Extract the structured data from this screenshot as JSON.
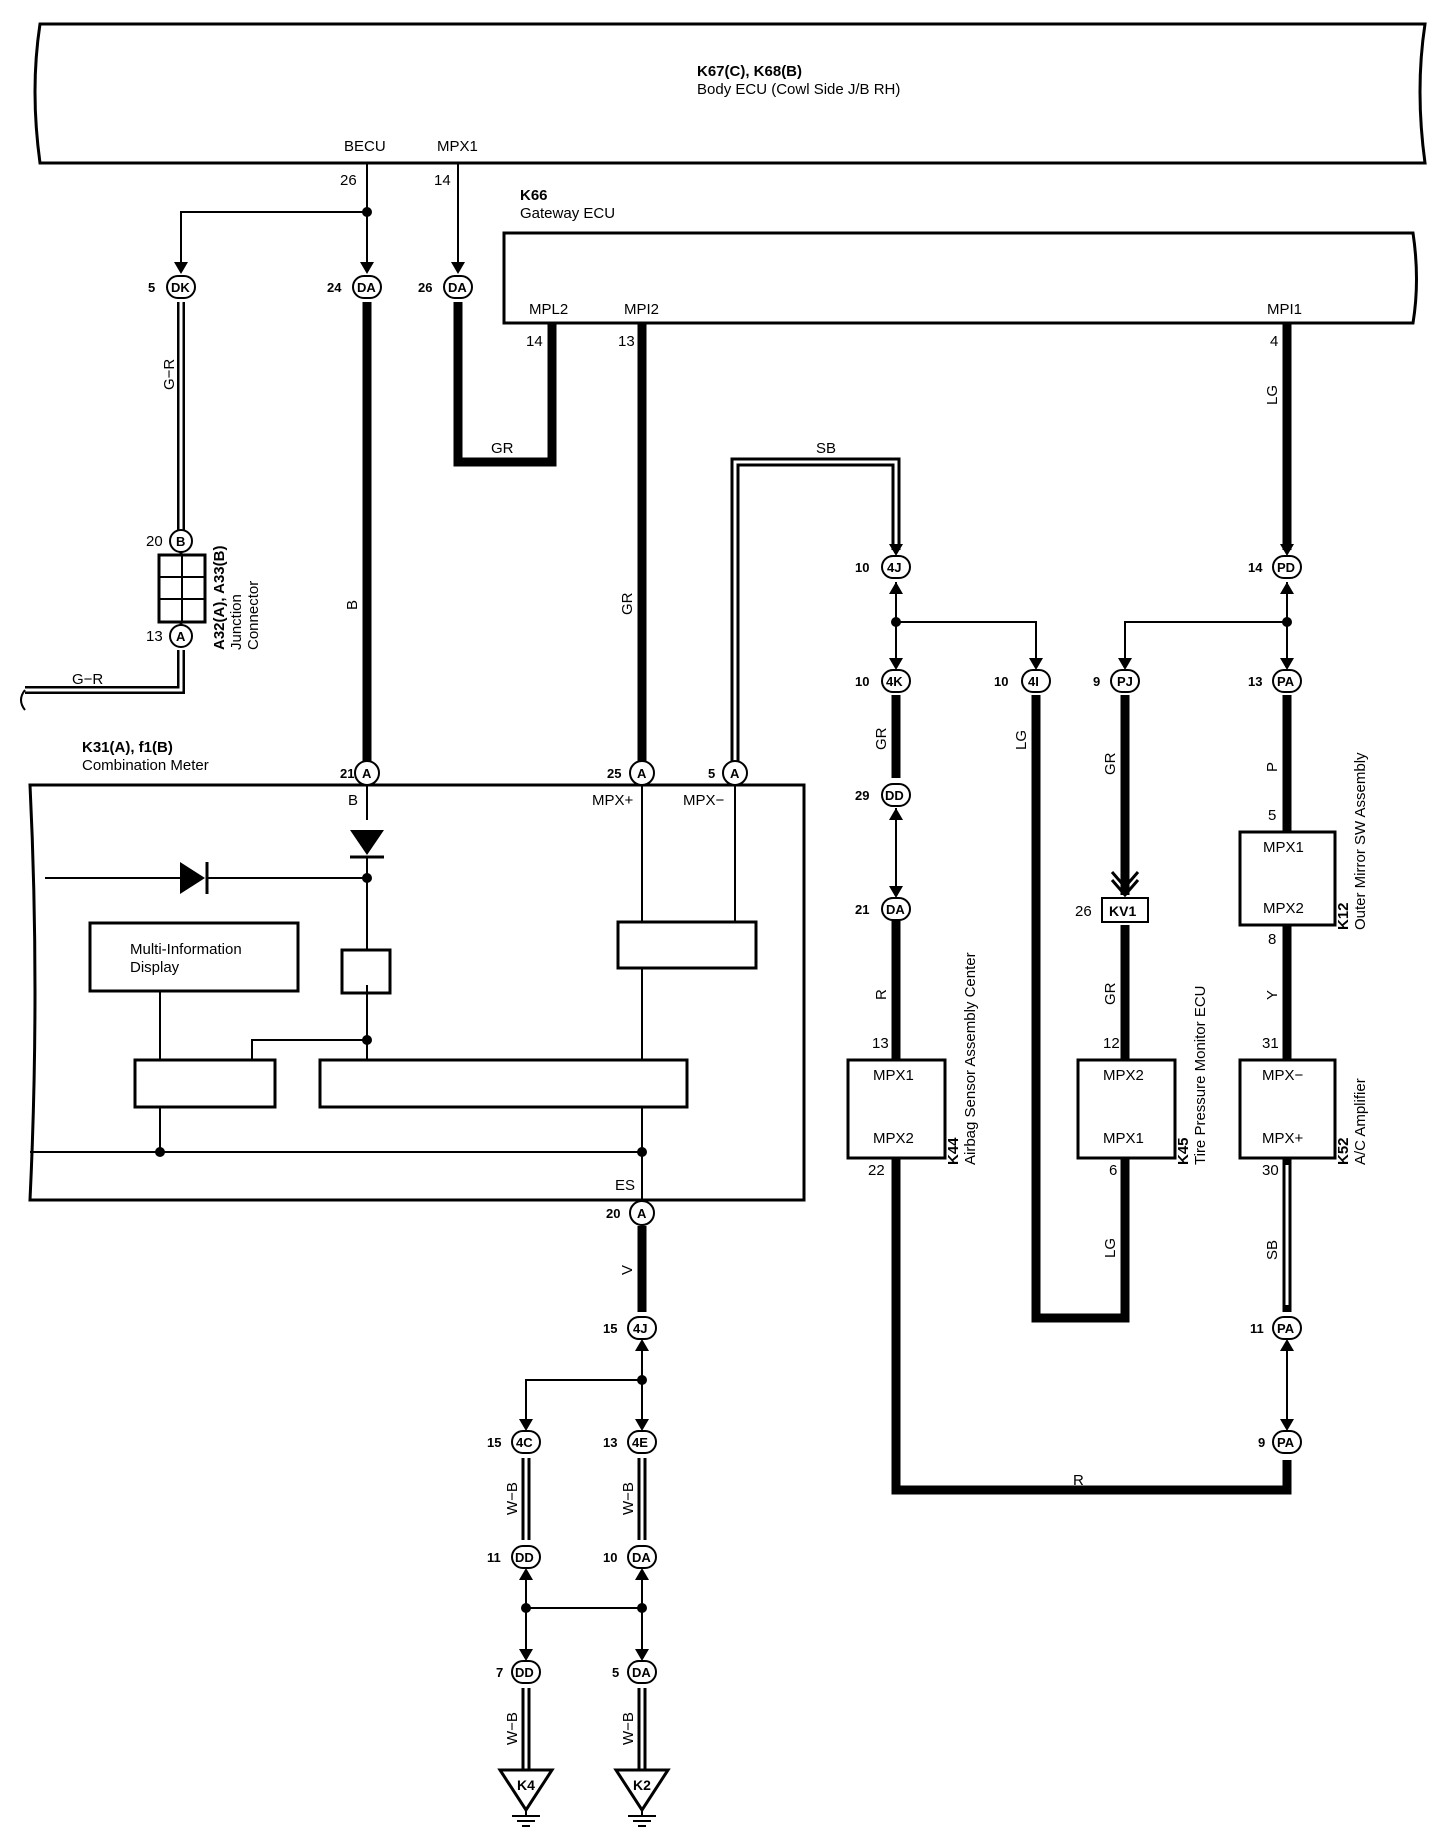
{
  "body_ecu": {
    "ref": "K67(C), K68(B)",
    "name": "Body ECU (Cowl Side J/B RH)",
    "pin_becu": "BECU",
    "pin_mpx1": "MPX1",
    "num_becu": "26",
    "num_mpx1": "14"
  },
  "gateway_ecu": {
    "ref": "K66",
    "name": "Gateway ECU",
    "pin_mpl2": "MPL2",
    "pin_mpi2": "MPI2",
    "pin_mpi1": "MPI1",
    "num_mpl2": "14",
    "num_mpi2": "13",
    "num_mpi1": "4"
  },
  "junction": {
    "ref": "A32(A), A33(B)",
    "name1": "Junction",
    "name2": "Connector",
    "pin_top": "20",
    "pin_bottom": "13",
    "letter_top": "B",
    "letter_bottom": "A"
  },
  "combination_meter": {
    "ref": "K31(A), f1(B)",
    "name": "Combination Meter",
    "pin_b": "B",
    "pin_mpxp": "MPX+",
    "pin_mpxm": "MPX−",
    "pin_es": "ES",
    "mid_label1": "Multi-Information",
    "mid_label2": "Display",
    "num_b": "21",
    "num_mpxp": "25",
    "num_mpxm": "5",
    "num_es": "20",
    "letter": "A"
  },
  "airbag": {
    "ref": "K44",
    "name": "Airbag Sensor Assembly Center",
    "pin_top": "MPX1",
    "pin_bottom": "MPX2",
    "num_top": "13",
    "num_bottom": "22"
  },
  "tpms": {
    "ref": "K45",
    "name": "Tire Pressure Monitor ECU",
    "pin_top": "MPX2",
    "pin_bottom": "MPX1",
    "num_top": "12",
    "num_bottom": "6"
  },
  "mirror": {
    "ref": "K12",
    "name": "Outer Mirror SW Assembly",
    "pin_top": "MPX1",
    "pin_bottom": "MPX2",
    "num_top": "5",
    "num_bottom": "8"
  },
  "ac_amp": {
    "ref": "K52",
    "name": "A/C Amplifier",
    "pin_top": "MPX−",
    "pin_bottom": "MPX+",
    "num_top": "31",
    "num_bottom": "30"
  },
  "kv1": {
    "label": "KV1",
    "num": "26"
  },
  "connectors": {
    "dk5": {
      "code": "DK",
      "num": "5"
    },
    "da24": {
      "code": "DA",
      "num": "24"
    },
    "da26": {
      "code": "DA",
      "num": "26"
    },
    "j10": {
      "code": "4J",
      "num": "10"
    },
    "pd14": {
      "code": "PD",
      "num": "14"
    },
    "k4k10": {
      "code": "4K",
      "num": "10"
    },
    "i4i10": {
      "code": "4I",
      "num": "10"
    },
    "pj9": {
      "code": "PJ",
      "num": "9"
    },
    "pa13": {
      "code": "PA",
      "num": "13"
    },
    "dd29": {
      "code": "DD",
      "num": "29"
    },
    "da21": {
      "code": "DA",
      "num": "21"
    },
    "j15": {
      "code": "4J",
      "num": "15"
    },
    "c15": {
      "code": "4C",
      "num": "15"
    },
    "e13": {
      "code": "4E",
      "num": "13"
    },
    "dd11": {
      "code": "DD",
      "num": "11"
    },
    "da10": {
      "code": "DA",
      "num": "10"
    },
    "dd7": {
      "code": "DD",
      "num": "7"
    },
    "da5": {
      "code": "DA",
      "num": "5"
    },
    "pa11": {
      "code": "PA",
      "num": "11"
    },
    "pa9": {
      "code": "PA",
      "num": "9"
    }
  },
  "wires": {
    "gr_left": "G−R",
    "gr_bottom": "G−R",
    "b": "B",
    "gr_loop": "GR",
    "gr_mpi2": "GR",
    "sb_top": "SB",
    "lg_mpi1": "LG",
    "gr_4k": "GR",
    "r_da21": "R",
    "lg_4i": "LG",
    "gr_pj": "GR",
    "gr_kv1": "GR",
    "lg_tpms": "LG",
    "p_mirror": "P",
    "y_mirror": "Y",
    "sb_ac": "SB",
    "r_bottom": "R",
    "v": "V",
    "wb1": "W−B",
    "wb2": "W−B",
    "wb3": "W−B",
    "wb4": "W−B"
  },
  "grounds": {
    "left": "K4",
    "right": "K2"
  }
}
